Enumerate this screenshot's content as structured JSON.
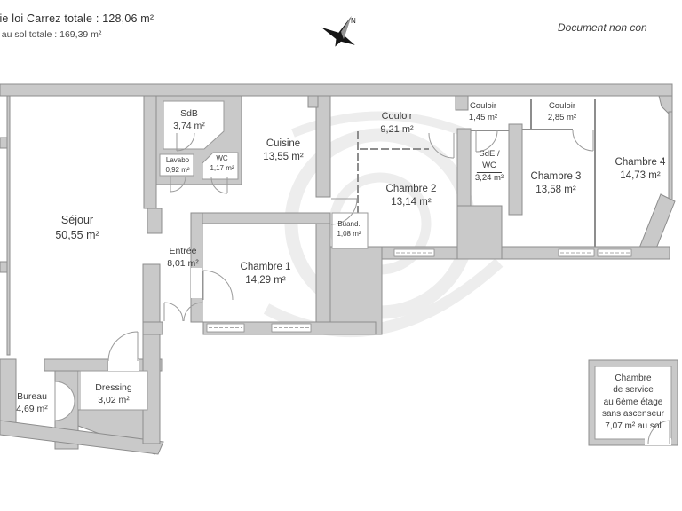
{
  "header": {
    "carrez_line": "cie loi Carrez totale :  128,06 m²",
    "floor_line": "e au sol totale :  169,39 m²",
    "disclaimer": "Document non con",
    "compass_n": "N"
  },
  "rooms": {
    "sejour": {
      "name": "Séjour",
      "area": "50,55 m²"
    },
    "sdb": {
      "name": "SdB",
      "area": "3,74 m²"
    },
    "lavabo": {
      "name": "Lavabo",
      "area": "0,92 m²"
    },
    "wc": {
      "name": "WC",
      "area": "1,17 m²"
    },
    "cuisine": {
      "name": "Cuisine",
      "area": "13,55 m²"
    },
    "couloir_a": {
      "name": "Couloir",
      "area": "9,21 m²"
    },
    "couloir_b": {
      "name": "Couloir",
      "area": "1,45 m²"
    },
    "couloir_c": {
      "name": "Couloir",
      "area": "2,85 m²"
    },
    "sde_wc": {
      "name": "SdE /",
      "name2": "WC",
      "area": "3,24 m²"
    },
    "chambre_1": {
      "name": "Chambre 1",
      "area": "14,29 m²"
    },
    "chambre_2": {
      "name": "Chambre 2",
      "area": "13,14 m²"
    },
    "chambre_3": {
      "name": "Chambre 3",
      "area": "13,58 m²"
    },
    "chambre_4": {
      "name": "Chambre 4",
      "area": "14,73 m²"
    },
    "entree": {
      "name": "Entrée",
      "area": "8,01 m²"
    },
    "buanderie": {
      "name": "Buand.",
      "area": "1,08 m²"
    },
    "bureau": {
      "name": "Bureau",
      "area": "4,69 m²"
    },
    "dressing": {
      "name": "Dressing",
      "area": "3,02 m²"
    },
    "chambre_service": {
      "line1": "Chambre",
      "line2": "de service",
      "line3": "au 6ème étage",
      "line4": "sans ascenseur",
      "line5": "7,07 m² au sol"
    }
  },
  "colors": {
    "wall": "#c9c9c9",
    "wall_outline": "#8d8d8d",
    "text": "#3c3c3c",
    "watermark": "#ededed"
  }
}
